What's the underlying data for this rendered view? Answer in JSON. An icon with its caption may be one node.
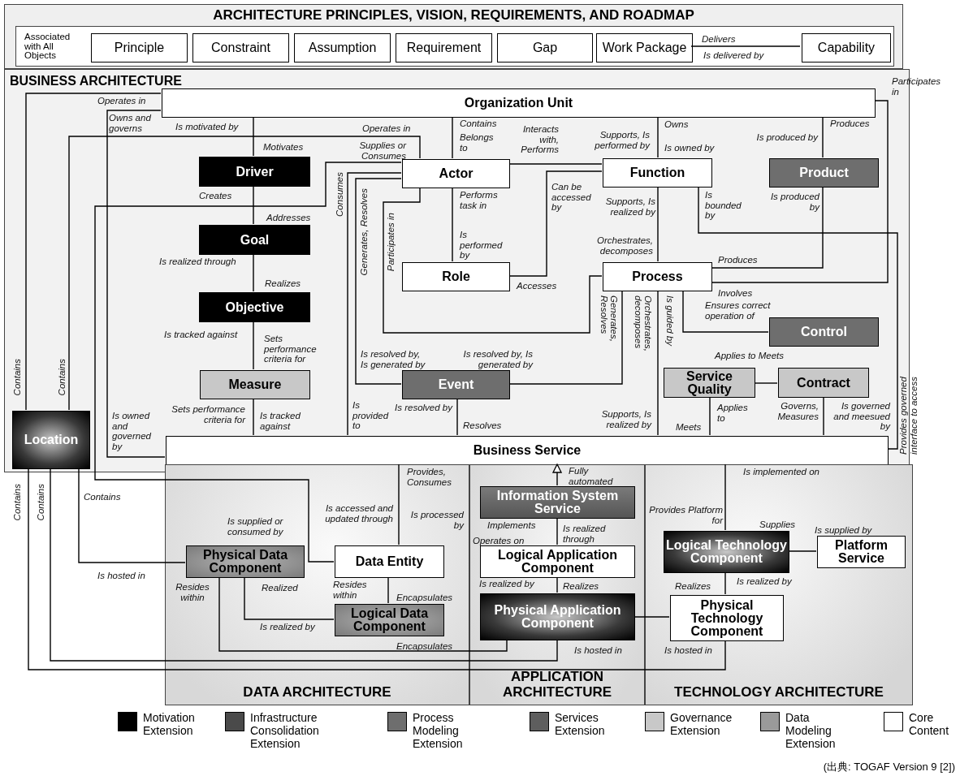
{
  "diagram": {
    "caption": "(出典: TOGAF Version 9 [2])",
    "nodes": [
      {
        "text": [
          "ARCHITECTURE PRINCIPLES, VISION, REQUIREMENTS, AND ROADMAP"
        ]
      },
      {
        "text": [
          "Associated with All Objects"
        ],
        "in": 0
      },
      {
        "text": [
          "Principle"
        ],
        "in": 1
      },
      {
        "text": [
          "Constraint"
        ],
        "in": 1
      },
      {
        "text": [
          "Assumption"
        ],
        "in": 1
      },
      {
        "text": [
          "Requirement"
        ],
        "in": 1
      },
      {
        "text": [
          "Gap"
        ],
        "in": 1
      },
      {
        "text": [
          "Work Package"
        ],
        "in": 1
      },
      {
        "text": [
          "Capability"
        ],
        "in": 1
      },
      {
        "text": [
          "BUSINESS ARCHITECTURE"
        ]
      },
      {
        "text": [
          "Organization Unit"
        ],
        "in": 9
      },
      {
        "text": [
          "Driver"
        ],
        "in": 9
      },
      {
        "text": [
          "Actor"
        ],
        "in": 9
      },
      {
        "text": [
          "Function"
        ],
        "in": 9
      },
      {
        "text": [
          "Product"
        ],
        "in": 9
      },
      {
        "text": [
          "Goal"
        ],
        "in": 9
      },
      {
        "text": [
          "Role"
        ],
        "in": 9
      },
      {
        "text": [
          "Process"
        ],
        "in": 9
      },
      {
        "text": [
          "Objective"
        ],
        "in": 9
      },
      {
        "text": [
          "Control"
        ],
        "in": 9
      },
      {
        "text": [
          "Measure"
        ],
        "in": 9
      },
      {
        "text": [
          "Event"
        ],
        "in": 9
      },
      {
        "text": [
          "Service Quality"
        ],
        "in": 9
      },
      {
        "text": [
          "Contract"
        ],
        "in": 9
      },
      {
        "text": [
          "Location"
        ],
        "in": 9
      },
      {
        "text": [
          "Business Service"
        ],
        "in": 9
      },
      {
        "text": [
          "DATA ARCHITECTURE"
        ]
      },
      {
        "text": [
          "Physical Data Component"
        ],
        "in": 26
      },
      {
        "text": [
          "Data Entity"
        ],
        "in": 26
      },
      {
        "text": [
          "Logical Data Component"
        ],
        "in": 26
      },
      {
        "text": [
          "APPLICATION ARCHITECTURE"
        ]
      },
      {
        "text": [
          "Information System Service"
        ],
        "in": 30
      },
      {
        "text": [
          "Logical Application Component"
        ],
        "in": 30
      },
      {
        "text": [
          "Physical Application Component"
        ],
        "in": 30
      },
      {
        "text": [
          "TECHNOLOGY ARCHITECTURE"
        ]
      },
      {
        "text": [
          "Logical Technology Component"
        ],
        "in": 34
      },
      {
        "text": [
          "Platform Service"
        ],
        "in": 34
      },
      {
        "text": [
          "Physical Technology Component"
        ],
        "in": 34
      }
    ],
    "edges": [
      {
        "from": 7,
        "to": 8,
        "arrow": "none"
      },
      {
        "from": 10,
        "to": 24,
        "arrow": "none"
      },
      {
        "from": 10,
        "to": 11,
        "arrow": "none"
      },
      {
        "from": 10,
        "to": 25,
        "arrow": "none"
      },
      {
        "from": 12,
        "to": 24,
        "arrow": "none"
      },
      {
        "from": 12,
        "to": 28,
        "arrow": "none"
      },
      {
        "from": 10,
        "to": 12,
        "arrow": "none"
      },
      {
        "from": 12,
        "to": 13,
        "arrow": "none"
      },
      {
        "from": 10,
        "to": 13,
        "arrow": "none"
      },
      {
        "from": 10,
        "to": 14,
        "arrow": "none"
      },
      {
        "from": 10,
        "to": 17,
        "arrow": "none"
      },
      {
        "from": 11,
        "to": 15,
        "arrow": "none"
      },
      {
        "from": 12,
        "to": 25,
        "arrow": "none"
      },
      {
        "from": 12,
        "to": 21,
        "arrow": "none"
      },
      {
        "from": 12,
        "to": 17,
        "arrow": "none"
      },
      {
        "from": 12,
        "to": 16,
        "arrow": "none"
      },
      {
        "from": 16,
        "to": 13,
        "arrow": "none"
      },
      {
        "from": 13,
        "to": 17,
        "arrow": "none"
      },
      {
        "from": 13,
        "to": 25,
        "arrow": "none"
      },
      {
        "from": 14,
        "to": 17,
        "arrow": "none"
      },
      {
        "from": 15,
        "to": 18,
        "arrow": "none"
      },
      {
        "from": 18,
        "to": 20,
        "arrow": "none"
      },
      {
        "from": 17,
        "to": 21,
        "arrow": "none"
      },
      {
        "from": 17,
        "to": 25,
        "arrow": "none"
      },
      {
        "from": 17,
        "to": 19,
        "arrow": "none"
      },
      {
        "from": 20,
        "to": 25,
        "arrow": "none"
      },
      {
        "from": 21,
        "to": 25,
        "arrow": "none"
      },
      {
        "from": 22,
        "to": 23,
        "arrow": "none",
        "label": "Applies to Meets"
      },
      {
        "from": 22,
        "to": 25,
        "arrow": "none"
      },
      {
        "from": 23,
        "to": 25,
        "arrow": "none"
      },
      {
        "from": 25,
        "to": 28,
        "arrow": "none"
      },
      {
        "from": 31,
        "to": 25,
        "arrow": "to",
        "label": "Fully automated"
      },
      {
        "from": 31,
        "to": 32,
        "arrow": "none"
      },
      {
        "from": 32,
        "to": 33,
        "arrow": "none"
      },
      {
        "from": 24,
        "to": 27,
        "arrow": "none"
      },
      {
        "from": 24,
        "to": 33,
        "arrow": "none"
      },
      {
        "from": 24,
        "to": 37,
        "arrow": "none"
      },
      {
        "from": 27,
        "to": 33,
        "arrow": "none"
      },
      {
        "from": 27,
        "to": 29,
        "arrow": "none"
      },
      {
        "from": 28,
        "to": 29,
        "arrow": "none"
      },
      {
        "from": 35,
        "to": 25,
        "arrow": "none"
      },
      {
        "from": 35,
        "to": 36,
        "arrow": "none"
      },
      {
        "from": 35,
        "to": 37,
        "arrow": "none"
      },
      {
        "from": 33,
        "to": 37,
        "arrow": "none"
      }
    ],
    "labels": [
      "Delivers",
      "Is delivered by",
      "Participates in",
      "Operates in",
      "Owns and governs",
      "Contains",
      "Owns",
      "Produces",
      "Is motivated by",
      "Operates in",
      "Belongs to",
      "Interacts with, Performs",
      "Supports, Is performed by",
      "Is owned by",
      "Is produced by",
      "Motivates",
      "Supplies or Consumes",
      "Creates",
      "Performs task in",
      "Can be accessed by",
      "Supports, Is realized by",
      "Is bounded by",
      "Is produced by",
      "Addresses",
      "Consumes",
      "Generates, Resolves",
      "Is performed by",
      "Participates in",
      "Orchestrates, decomposes",
      "Is realized through",
      "Produces",
      "Realizes",
      "Accesses",
      "Involves",
      "Generates, Resolves",
      "Orchestrates, decomposes",
      "Is guided by",
      "Ensures correct operation of",
      "Is tracked against",
      "Sets performance criteria for",
      "Is resolved by, Is generated by",
      "Is resolved by, Is generated by",
      "Provides governed interface to access",
      "Sets performance criteria for",
      "Is owned and governed by",
      "Is tracked against",
      "Is provided to",
      "Is resolved by",
      "Applies to",
      "Governs, Measures",
      "Is governed and meesued by",
      "Resolves",
      "Supports, Is realized by",
      "Meets",
      "Contains",
      "Contains",
      "Provides, Consumes",
      "Is implemented on",
      "Contains",
      "Contains",
      "Contains",
      "Is supplied or consumed by",
      "Is accessed and updated through",
      "Is processed by",
      "Provides Platform for",
      "Implements",
      "Is realized through",
      "Supplies",
      "Is supplied by",
      "Operates on",
      "Is hosted in",
      "Resides within",
      "Realized",
      "Resides within",
      "Encapsulates",
      "Is realized by",
      "Realizes",
      "Realizes",
      "Is realized by",
      "Is realized by",
      "Encapsulates",
      "Is hosted in",
      "Is hosted in"
    ],
    "legend": [
      {
        "text": "Motivation Extension",
        "color": "#000000"
      },
      {
        "text": "Infrastructure Consolidation Extension",
        "color": "#4a4a4a"
      },
      {
        "text": "Process Modeling Extension",
        "color": "#6e6e6e"
      },
      {
        "text": "Services Extension",
        "color": "#5e5e5e"
      },
      {
        "text": "Governance Extension",
        "color": "#c8c8c8"
      },
      {
        "text": "Data Modeling Extension",
        "color": "#9a9a9a"
      },
      {
        "text": "Core Content",
        "color": "#ffffff"
      }
    ]
  }
}
